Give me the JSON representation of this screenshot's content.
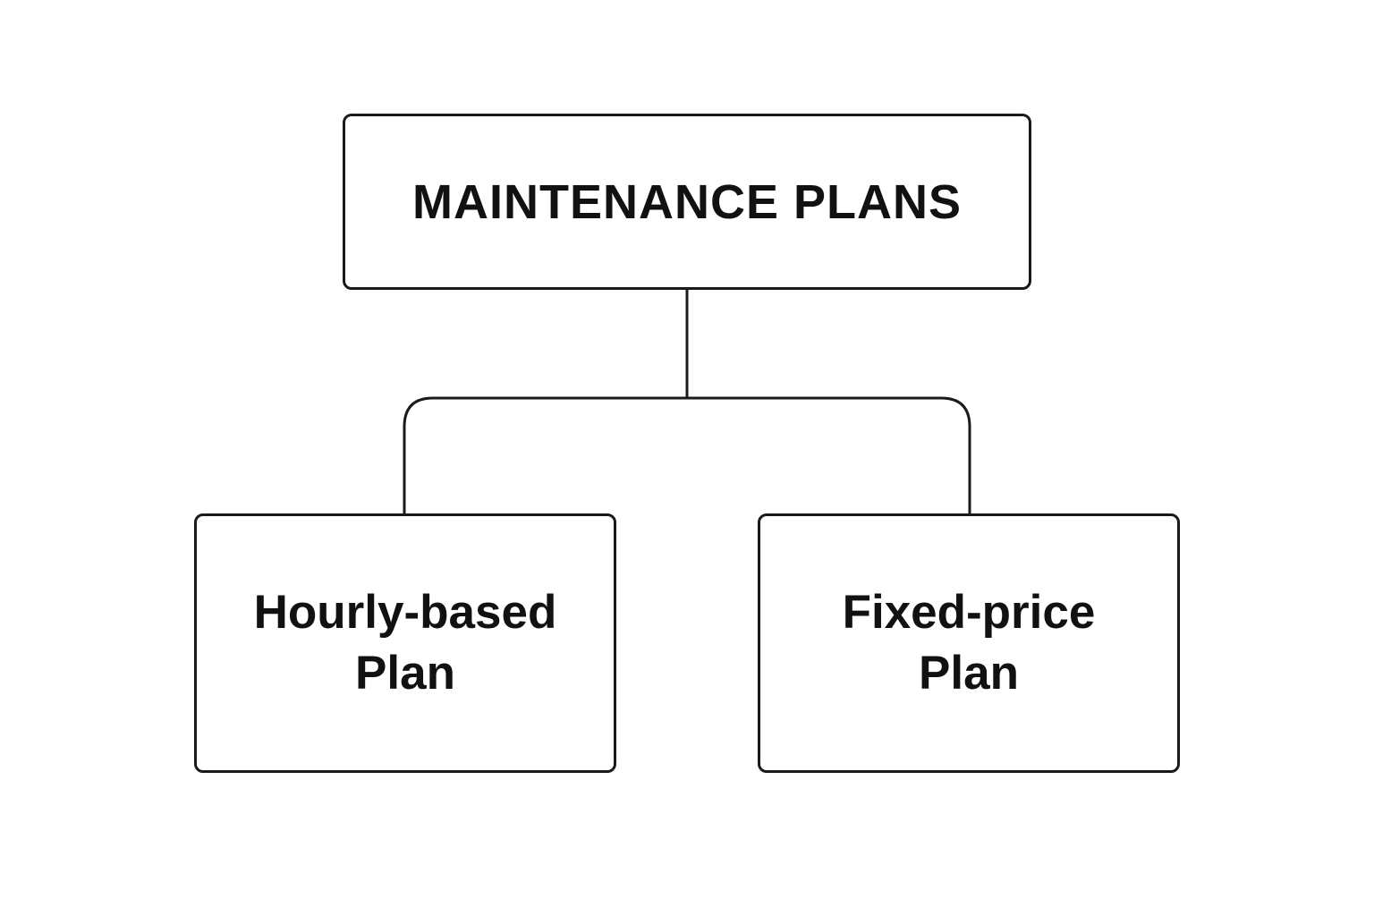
{
  "diagram": {
    "root": {
      "label": "MAINTENANCE PLANS"
    },
    "children": [
      {
        "line1": "Hourly-based",
        "line2": "Plan"
      },
      {
        "line1": "Fixed-price",
        "line2": "Plan"
      }
    ],
    "colors": {
      "stroke": "#1a1a1a",
      "text": "#111111",
      "background": "#ffffff"
    }
  }
}
